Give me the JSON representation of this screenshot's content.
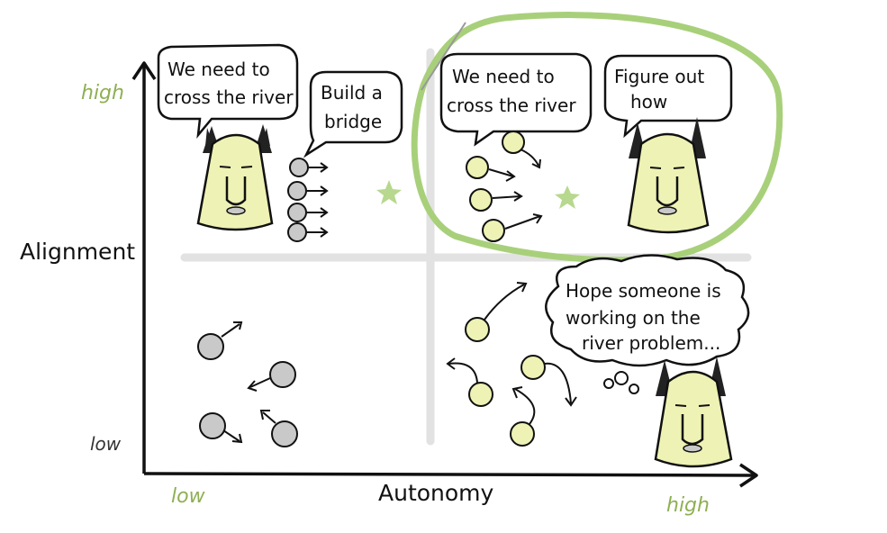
{
  "diagram": {
    "axes": {
      "y_label": "Alignment",
      "x_label": "Autonomy",
      "y_high": "high",
      "y_low": "low",
      "x_low": "low",
      "x_high": "high"
    },
    "quadrants": {
      "top_left": {
        "leader_bubble": [
          "We need to",
          "cross the river"
        ],
        "team_bubble": [
          "Build a",
          "bridge"
        ]
      },
      "top_right": {
        "leader_bubble": [
          "We need to",
          "cross the river"
        ],
        "team_bubble": [
          "Figure out",
          "how"
        ],
        "highlight": "#a8d07a"
      },
      "bottom_right": {
        "thought_bubble": [
          "Hope someone is",
          "working on the",
          "river problem..."
        ]
      }
    },
    "colors": {
      "face_green": "#eef2b4",
      "face_grey": "#c9c9c9",
      "grid": "#e2e2e2",
      "star": "#b7d88e"
    }
  }
}
